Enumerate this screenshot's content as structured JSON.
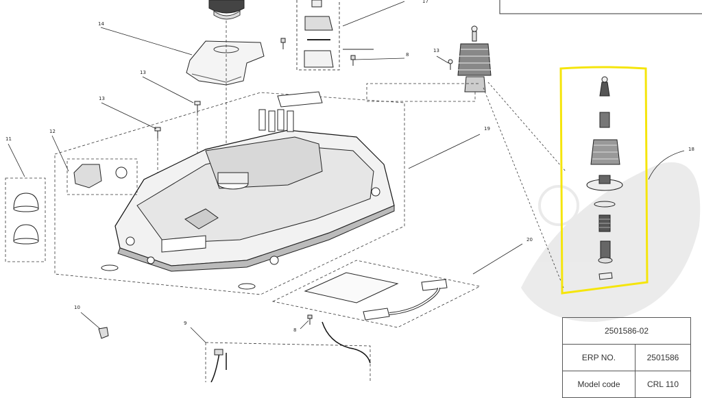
{
  "callouts": {
    "c8a": "8",
    "c8b": "8",
    "c9": "9",
    "c10": "10",
    "c11": "11",
    "c12": "12",
    "c13a": "13",
    "c13b": "13",
    "c13c": "13",
    "c14": "14",
    "c17": "17",
    "c18": "18",
    "c19": "19",
    "c20": "20"
  },
  "title_block": {
    "part_number": "2501586-02",
    "erp_label": "ERP NO.",
    "erp_value": "2501586",
    "model_label": "Model code",
    "model_value": "CRL 110"
  },
  "colors": {
    "highlight": "#f5e50b",
    "line": "#333333"
  }
}
